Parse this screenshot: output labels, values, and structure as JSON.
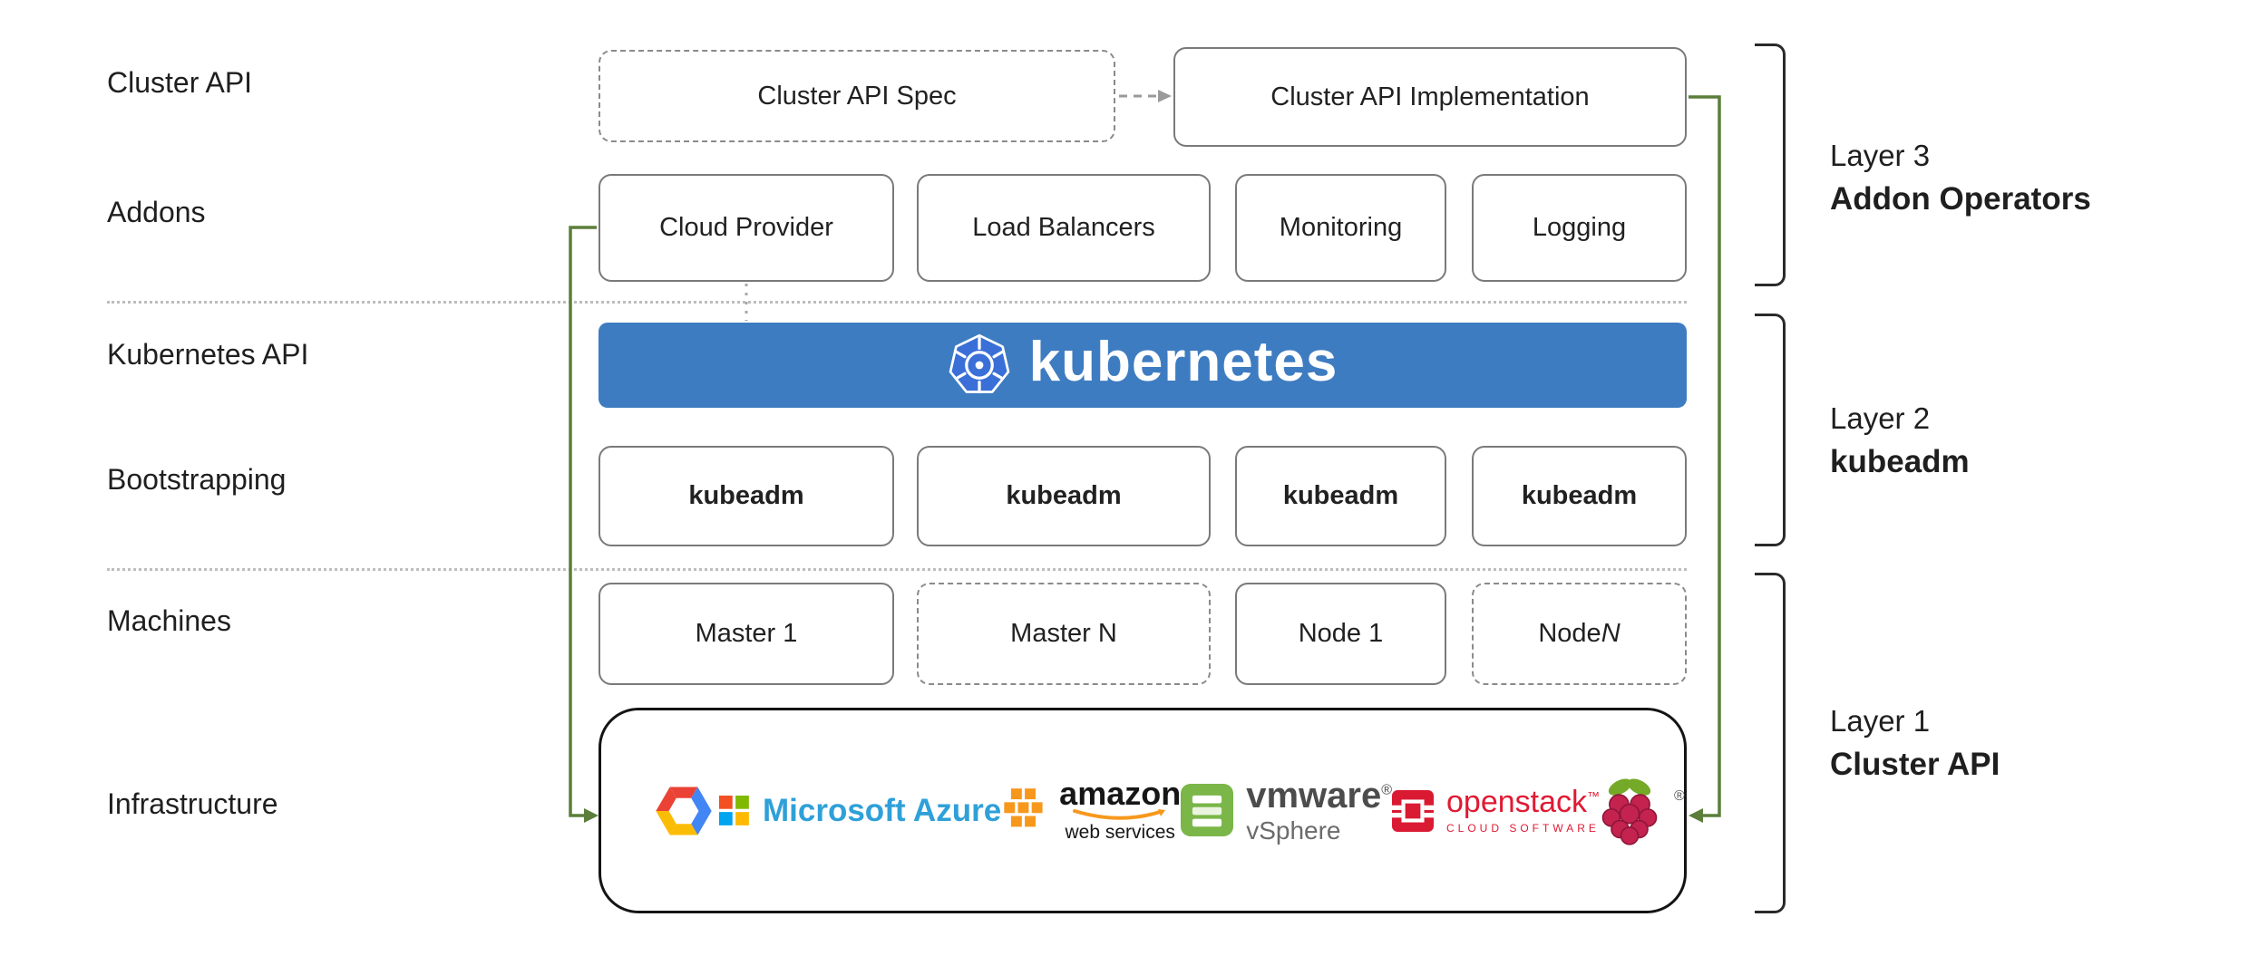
{
  "row_labels": {
    "cluster_api": "Cluster API",
    "addons": "Addons",
    "kubernetes_api": "Kubernetes API",
    "bootstrapping": "Bootstrapping",
    "machines": "Machines",
    "infrastructure": "Infrastructure"
  },
  "cluster_api_row": {
    "spec_label": "Cluster API Spec",
    "implementation_label": "Cluster API Implementation"
  },
  "addon_boxes": [
    "Cloud Provider",
    "Load Balancers",
    "Monitoring",
    "Logging"
  ],
  "kubernetes": {
    "wordmark": "kubernetes"
  },
  "bootstrap_boxes": [
    "kubeadm",
    "kubeadm",
    "kubeadm",
    "kubeadm"
  ],
  "machine_boxes": [
    {
      "label": "Master 1"
    },
    {
      "label": "Master N"
    },
    {
      "label": "Node 1"
    },
    {
      "prefix": "Node ",
      "suffix": "N"
    }
  ],
  "logos": {
    "google_cloud": {
      "name": "google-cloud"
    },
    "azure": {
      "text": "Microsoft Azure"
    },
    "aws": {
      "line1": "amazon",
      "line2": "web services"
    },
    "vmware": {
      "name": "vmware",
      "reg": "®",
      "product": "vSphere"
    },
    "openstack": {
      "name": "openstack",
      "tm": "™",
      "tagline": "CLOUD SOFTWARE"
    },
    "raspberry": {
      "reg": "®"
    }
  },
  "layers": [
    {
      "layer": "Layer 3",
      "title": "Addon Operators"
    },
    {
      "layer": "Layer 2",
      "title": "kubeadm"
    },
    {
      "layer": "Layer 1",
      "title": "Cluster API"
    }
  ],
  "colors": {
    "kubernetes_banner": "#3e7cc1",
    "connector_green": "#5c7e3a",
    "box_border": "#7a7a7a",
    "azure_blue": "#2fa0d8",
    "aws_orange": "#f7981d",
    "vmware_green": "#7ab648",
    "openstack_red": "#da1a32",
    "raspberry_red": "#c3234e",
    "raspberry_green": "#75a928"
  }
}
